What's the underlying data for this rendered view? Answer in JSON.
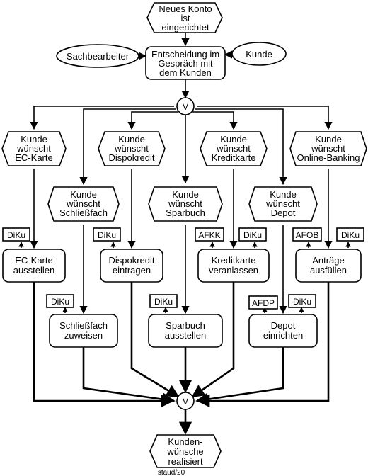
{
  "events": {
    "start": [
      "Neues Konto",
      "ist",
      "eingerichtet"
    ],
    "ec": [
      "Kunde",
      "wünscht",
      "EC-Karte"
    ],
    "dispo": [
      "Kunde",
      "wünscht",
      "Dispokredit"
    ],
    "kredit": [
      "Kunde",
      "wünscht",
      "Kreditkarte"
    ],
    "online": [
      "Kunde",
      "wünscht",
      "Online-Banking"
    ],
    "schliess": [
      "Kunde",
      "wünscht",
      "Schließfach"
    ],
    "spar": [
      "Kunde",
      "wünscht",
      "Sparbuch"
    ],
    "depot": [
      "Kunde",
      "wünscht",
      "Depot"
    ],
    "end": [
      "Kunden-",
      "wünsche",
      "realisiert"
    ]
  },
  "functions": {
    "decide": [
      "Entscheidung im",
      "Gespräch mit",
      "dem Kunden"
    ],
    "ec": [
      "EC-Karte",
      "ausstellen"
    ],
    "dispo": [
      "Dispokredit",
      "eintragen"
    ],
    "kredit": [
      "Kreditkarte",
      "veranlassen"
    ],
    "online": [
      "Anträge",
      "ausfüllen"
    ],
    "schliess": [
      "Schließfach",
      "zuweisen"
    ],
    "spar": [
      "Sparbuch",
      "ausstellen"
    ],
    "depot": [
      "Depot",
      "einrichten"
    ]
  },
  "roles": {
    "left": "Sachbearbeiter",
    "right": "Kunde"
  },
  "info_objects": {
    "diku": "DiKu",
    "afkk": "AFKK",
    "afob": "AFOB",
    "afdp": "AFDP"
  },
  "connectors": {
    "split": "V",
    "join": "V"
  },
  "footer": {
    "credit": "staud/20"
  }
}
